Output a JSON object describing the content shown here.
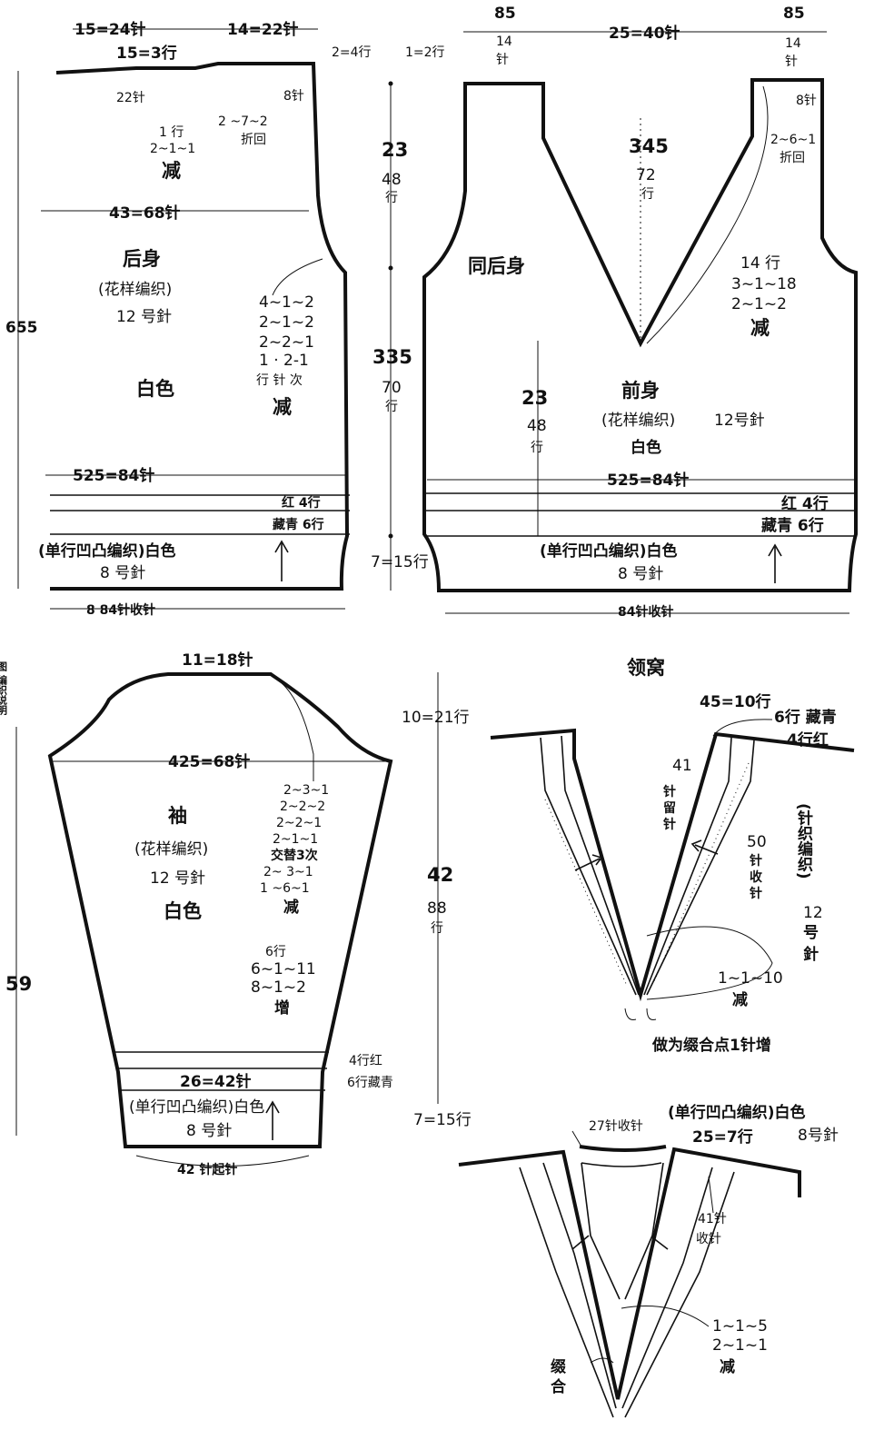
{
  "back": {
    "top_left_width": "15=24针",
    "top_mid_width": "14=22针",
    "shoulder_slope": "15=3行",
    "shoulder_sts": "22针",
    "neck_edge_sts": "8针",
    "neck_rule_1": "1 行",
    "neck_rule_2": "2~1~1",
    "neck_rule_3": "2 ~7~2",
    "neck_fold": "折回",
    "neck_dec": "减",
    "chest": "43=68针",
    "title": "后身",
    "stitch": "(花样编织)",
    "needle": "12 号針",
    "color": "白色",
    "arm_rule_1": "4~1~2",
    "arm_rule_2": "2~1~2",
    "arm_rule_3": "2~2~1",
    "arm_rule_4": "1 · 2-1",
    "arm_rule_head": "行 针 次",
    "arm_dec": "减",
    "total_len": "655",
    "hem_width": "525=84针",
    "red_rows": "红 4行",
    "navy_rows": "藏青 6行",
    "rib_stitch": "(单行凹凸编织)白色",
    "rib_needle": "8 号針",
    "cast_on": "8 84针收针"
  },
  "middle": {
    "shoulder_rows": "2=4行",
    "neck_rows": "1=2行",
    "armhole_h": "23",
    "armhole_rows_1": "48",
    "armhole_rows_2": "行",
    "body_h": "335",
    "body_rows_1": "70",
    "body_rows_2": "行",
    "rib_rows": "7=15行"
  },
  "front": {
    "left_w": "85",
    "left_sts": "14",
    "left_unit": "针",
    "center_w": "25=40针",
    "right_w": "85",
    "right_sts": "14",
    "right_unit": "针",
    "neck_edge_sts": "8针",
    "neck_rule": "2~6~1",
    "neck_fold": "折回",
    "v_depth": "345",
    "v_rows_1": "72",
    "v_rows_2": "行",
    "same_as_back": "同后身",
    "v_rule_1": "14 行",
    "v_rule_2": "3~1~18",
    "v_rule_3": "2~1~2",
    "v_dec": "减",
    "lower_h": "23",
    "lower_rows_1": "48",
    "lower_rows_2": "行",
    "title": "前身",
    "stitch": "(花样编织)",
    "needle": "12号針",
    "color": "白色",
    "hem_width": "525=84针",
    "red_rows": "红 4行",
    "navy_rows": "藏青 6行",
    "rib_stitch": "(单行凹凸编织)白色",
    "rib_needle": "8 号針",
    "cast_off": "84针收针"
  },
  "sleeve": {
    "side_caption": "图 编织说明",
    "cap_top": "11=18针",
    "width": "425=68针",
    "title": "袖",
    "stitch": "(花样编织)",
    "needle": "12 号針",
    "color": "白色",
    "cap_rule_1": "2~3~1",
    "cap_rule_2": "2~2~2",
    "cap_rule_3": "2~2~1",
    "cap_rule_4": "2~1~1",
    "cap_alt": "交替3次",
    "cap_rule_5": "2~ 3~1",
    "cap_rule_6": "1 ~6~1",
    "cap_dec": "减",
    "inc_rule_1": "6行",
    "inc_rule_2": "6~1~11",
    "inc_rule_3": "8~1~2",
    "inc": "增",
    "red_rows": "4行红",
    "navy_rows": "6行藏青",
    "cuff_width": "26=42针",
    "rib_stitch": "(单行凹凸编织)白色",
    "rib_needle": "8 号針",
    "cast_on": "42 针起针",
    "total_len": "59",
    "cap_rows": "10=21行",
    "arm_len_1": "42",
    "arm_len_2": "88",
    "arm_len_3": "行",
    "cuff_rows": "7=15行"
  },
  "neckband": {
    "title": "领窝",
    "band_w": "45=10行",
    "navy": "6行 藏青",
    "red": "4行红",
    "left_sts": "41",
    "left_hold_1": "针",
    "left_hold_2": "留",
    "left_hold_3": "针",
    "right_sts": "50",
    "right_off_1": "针",
    "right_off_2": "收",
    "right_off_3": "针",
    "side_note": "(针织编织)",
    "side_needle_1": "12",
    "side_needle_2": "号",
    "side_needle_3": "針",
    "dec_rule": "1~1~10",
    "dec": "减",
    "join_note": "做为缀合点1针增",
    "b_top_note": "(单行凹凸编织)白色",
    "b_needle": "8号針",
    "b_left_sts": "27针收针",
    "b_band_w": "25=7行",
    "b_right_sts_1": "41针",
    "b_right_sts_2": "收针",
    "b_rule_1": "1~1~5",
    "b_rule_2": "2~1~1",
    "b_dec": "减",
    "b_seam_1": "缀",
    "b_seam_2": "合"
  }
}
